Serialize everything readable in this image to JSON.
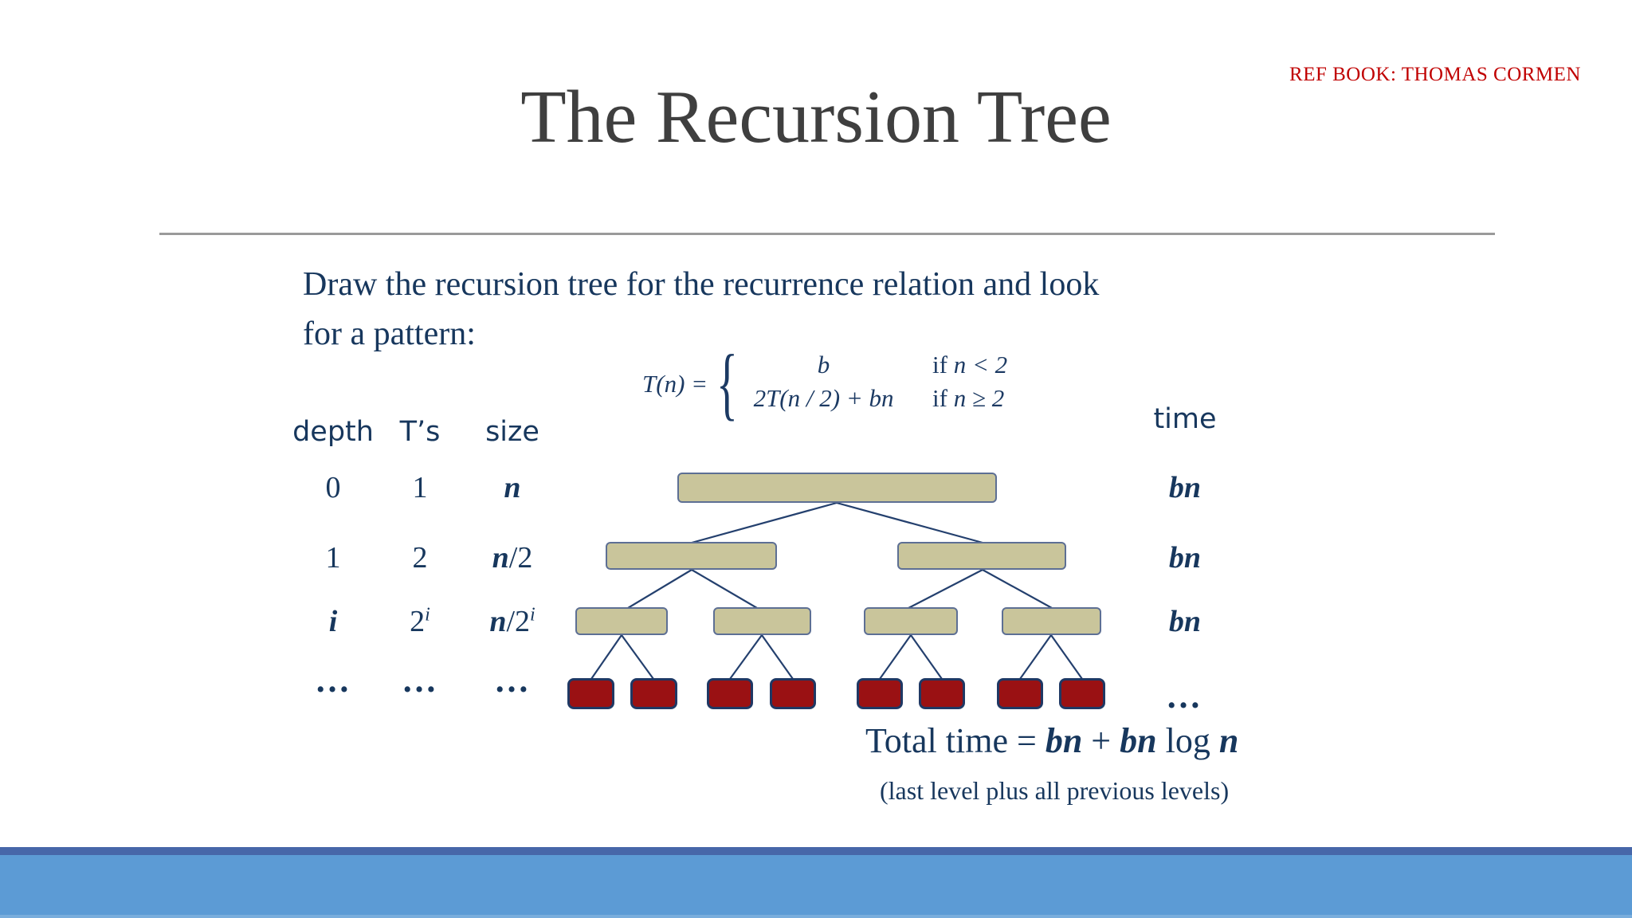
{
  "colors": {
    "title_text": "#3F3F3F",
    "ref_text": "#C00000",
    "body_navy": "#17375D",
    "tree_node_fill": "#C9C59B",
    "tree_node_border": "#5D6F94",
    "tree_leaf_fill": "#9A1113",
    "tree_leaf_border": "#1F3864",
    "connector": "#24406E",
    "footer_stripe": "#4767A9",
    "footer_main": "#5C9BD5"
  },
  "header": {
    "ref_note": "REF BOOK: THOMAS CORMEN",
    "title": "The Recursion Tree"
  },
  "intro": {
    "line1": "Draw the recursion tree for the recurrence relation and look",
    "line2": "for a pattern:"
  },
  "recurrence": {
    "lhs": "T(n) =",
    "case1": {
      "expr": "b",
      "cond_if": "if ",
      "cond_rest": "n < 2"
    },
    "case2": {
      "expr": "2T(n / 2) + bn",
      "cond_if": "if ",
      "cond_rest": "n ≥ 2"
    }
  },
  "table": {
    "headers": {
      "depth": "depth",
      "ts": "T’s",
      "size": "size"
    },
    "rows": [
      {
        "depth": "0",
        "ts": "1",
        "ts_sup": "",
        "size_n": "n",
        "size_rest": "",
        "size_sup": ""
      },
      {
        "depth": "1",
        "ts": "2",
        "ts_sup": "",
        "size_n": "n",
        "size_rest": "/2",
        "size_sup": ""
      },
      {
        "depth": "i",
        "ts": "2",
        "ts_sup": "i",
        "size_n": "n",
        "size_rest": "/2",
        "size_sup": "i"
      },
      {
        "depth": "…",
        "ts": "…",
        "ts_sup": "",
        "size_n": "…",
        "size_rest": "",
        "size_sup": ""
      }
    ]
  },
  "time_column": {
    "header": "time",
    "row0": "bn",
    "row1": "bn",
    "row2": "bn",
    "row3": "…"
  },
  "tree": {
    "level_counts": [
      1,
      2,
      4,
      8
    ],
    "leaf_level_index": 3
  },
  "total": {
    "prefix": "Total time = ",
    "term1": "bn",
    "op": " + ",
    "term2": "bn",
    "log": " log ",
    "term3": "n",
    "note": "(last level plus all previous levels)"
  }
}
